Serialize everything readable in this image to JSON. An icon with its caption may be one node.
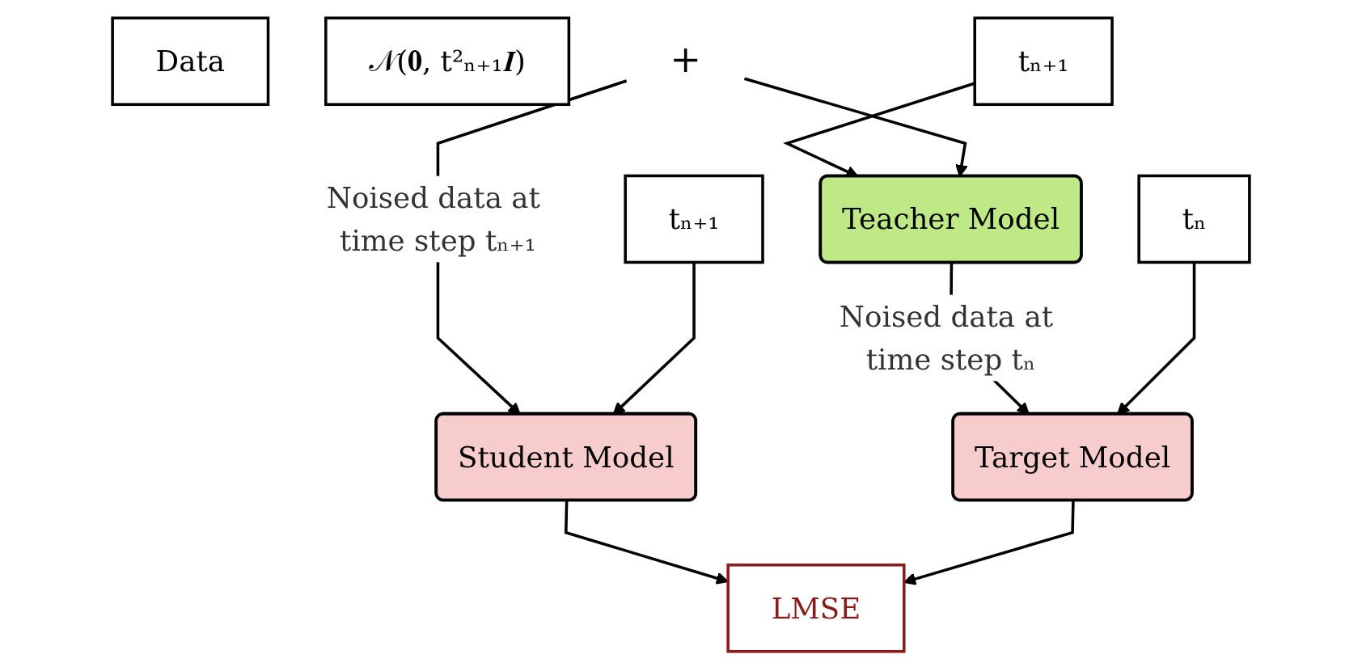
{
  "diagram": {
    "nodes": [
      {
        "text": [
          "Data"
        ]
      },
      {
        "text": [
          "𝒩(𝟎, t²ₙ₊₁𝑰)"
        ]
      },
      {
        "text": [
          "+"
        ]
      },
      {
        "text": [
          "tₙ₊₁"
        ]
      },
      {
        "text": [
          "Teacher Model"
        ]
      },
      {
        "text": [
          "Student Model"
        ]
      },
      {
        "text": [
          "Target Model"
        ]
      },
      {
        "text": [
          "tₙ₊₁"
        ]
      },
      {
        "text": [
          "tₙ"
        ]
      },
      {
        "text": [
          "LMSE"
        ]
      }
    ],
    "edges": [
      {
        "from": 3,
        "to": 4,
        "arrow": "to"
      },
      {
        "from": 2,
        "to": 4,
        "arrow": "to"
      },
      {
        "from": 2,
        "to": 5,
        "arrow": "to",
        "label": "Noised data at time step tₙ₊₁"
      },
      {
        "from": 4,
        "to": 6,
        "arrow": "to",
        "label": "Noised data at time step tₙ"
      },
      {
        "from": 7,
        "to": 5,
        "arrow": "to"
      },
      {
        "from": 8,
        "to": 6,
        "arrow": "to"
      },
      {
        "from": 5,
        "to": 9,
        "arrow": "to"
      },
      {
        "from": 6,
        "to": 9,
        "arrow": "to"
      }
    ]
  }
}
